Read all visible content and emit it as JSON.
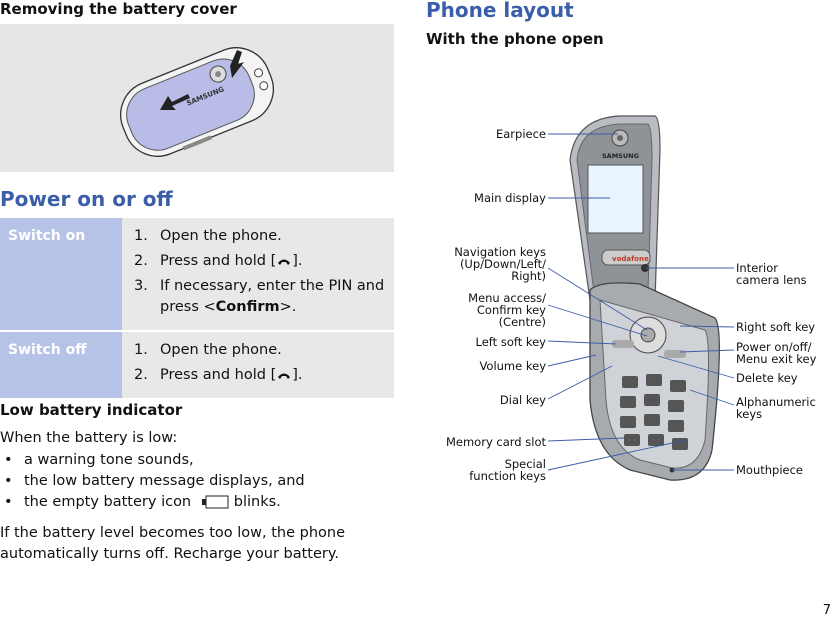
{
  "left": {
    "battery_cover_heading": "Removing the battery cover",
    "cover_illustration_brand": "SAMSUNG",
    "power_heading": "Power on or off",
    "power_table": [
      {
        "key": "Switch on",
        "steps": [
          {
            "num": "1.",
            "pre": "Open the phone.",
            "post": ""
          },
          {
            "num": "2.",
            "pre": "Press and hold [",
            "post": "]."
          },
          {
            "num": "3.",
            "pre": "If necessary, enter the PIN and press <",
            "bold": "Confirm",
            "post": ">."
          }
        ]
      },
      {
        "key": "Switch off",
        "steps": [
          {
            "num": "1.",
            "pre": "Open the phone.",
            "post": ""
          },
          {
            "num": "2.",
            "pre": "Press and hold [",
            "post": "]."
          }
        ]
      }
    ],
    "low_battery_heading": "Low battery indicator",
    "low_battery_intro": "When the battery is low:",
    "low_battery_bullets": [
      "a warning tone sounds,",
      "the low battery message displays, and",
      "the empty battery icon",
      "blinks."
    ],
    "low_battery_closing": "If the battery level becomes too low, the phone automatically turns off. Recharge your battery."
  },
  "right": {
    "layout_heading": "Phone layout",
    "phone_open_subheading": "With the phone open",
    "phone_brand": "SAMSUNG",
    "phone_operator": "vodafone",
    "labels_left": [
      "Earpiece",
      "Main display",
      "Navigation keys (Up/Down/Left/ Right)",
      "Menu access/ Confirm key (Centre)",
      "Left soft key",
      "Volume key",
      "Dial key",
      "Memory card slot",
      "Special function keys"
    ],
    "labels_right": [
      "Interior camera lens",
      "Right soft key",
      "Power on/off/ Menu exit key",
      "Delete key",
      "Alphanumeric keys",
      "Mouthpiece"
    ]
  },
  "page_number": "7",
  "colors": {
    "heading": "#3b5ea8",
    "table_key_bg": "#b7c3e6",
    "table_value_bg": "#e8e8e8",
    "image_bg": "#e6e6e6",
    "callout_line": "#3b5ea8"
  }
}
